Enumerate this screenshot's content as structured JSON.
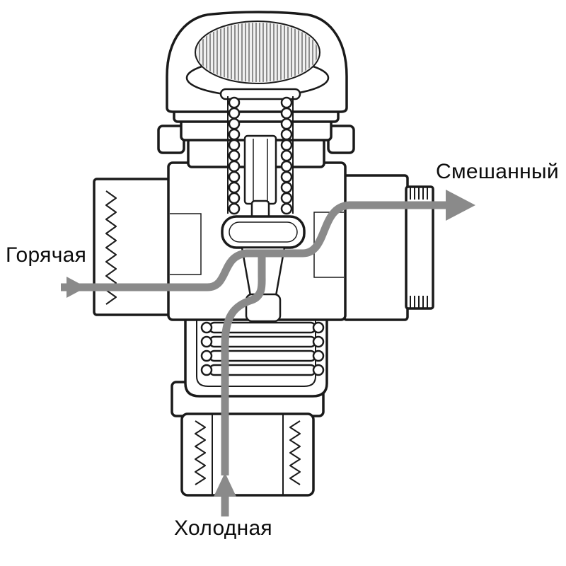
{
  "labels": {
    "hot": "Горячая",
    "cold": "Холодная",
    "mixed": "Смешанный"
  },
  "colors": {
    "background": "#ffffff",
    "line": "#1a1a1a",
    "flow_arrow": "#8a8a8a"
  },
  "flows": [
    {
      "name": "hot-inlet",
      "label": "Горячая",
      "side": "left",
      "direction": "right"
    },
    {
      "name": "cold-inlet",
      "label": "Холодная",
      "side": "bottom",
      "direction": "up"
    },
    {
      "name": "mixed-outlet",
      "label": "Смешанный",
      "side": "top-right",
      "direction": "right"
    }
  ]
}
